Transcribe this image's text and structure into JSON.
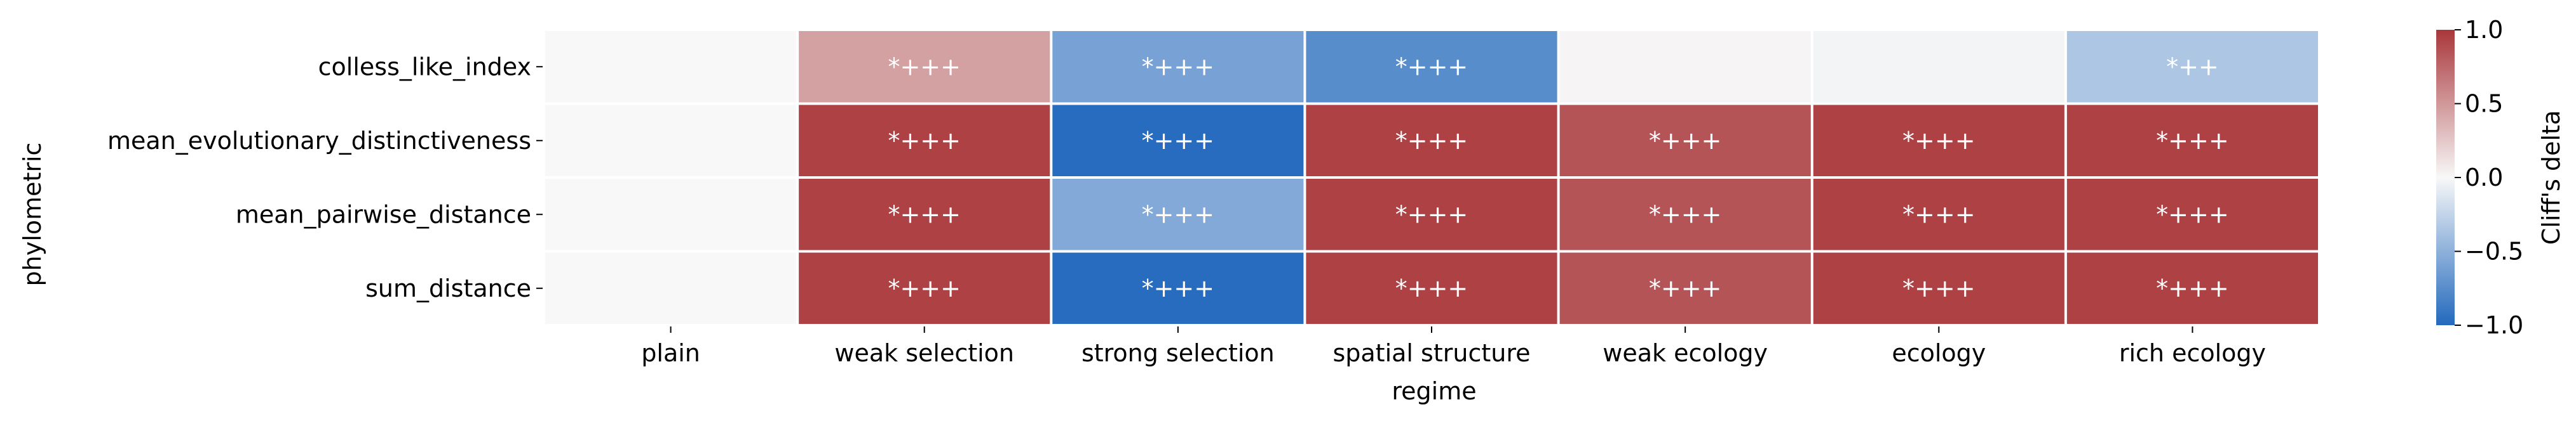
{
  "chart_data": {
    "type": "heatmap",
    "xlabel": "regime",
    "ylabel": "phylometric",
    "x_categories": [
      "plain",
      "weak selection",
      "strong selection",
      "spatial structure",
      "weak ecology",
      "ecology",
      "rich ecology"
    ],
    "y_categories": [
      "colless_like_index",
      "mean_evolutionary_distinctiveness",
      "mean_pairwise_distance",
      "sum_distance"
    ],
    "values": [
      [
        0.0,
        0.45,
        -0.6,
        -0.75,
        0.02,
        -0.03,
        -0.35
      ],
      [
        0.0,
        0.95,
        -0.98,
        0.95,
        0.85,
        0.95,
        0.95
      ],
      [
        0.0,
        0.95,
        -0.55,
        0.95,
        0.85,
        0.95,
        0.95
      ],
      [
        0.0,
        0.95,
        -0.98,
        0.95,
        0.85,
        0.95,
        0.95
      ]
    ],
    "annotations": [
      [
        "",
        "*+++",
        "*+++",
        "*+++",
        "",
        "",
        "*++"
      ],
      [
        "",
        "*+++",
        "*+++",
        "*+++",
        "*+++",
        "*+++",
        "*+++"
      ],
      [
        "",
        "*+++",
        "*+++",
        "*+++",
        "*+++",
        "*+++",
        "*+++"
      ],
      [
        "",
        "*+++",
        "*+++",
        "*+++",
        "*+++",
        "*+++",
        "*+++"
      ]
    ],
    "colorbar": {
      "label": "Cliff's delta",
      "vmin": -1.0,
      "vmax": 1.0,
      "ticks": [
        "−1.0",
        "−0.5",
        "0.0",
        "0.5",
        "1.0"
      ],
      "tick_values": [
        -1.0,
        -0.5,
        0.0,
        0.5,
        1.0
      ]
    },
    "colormap": {
      "name": "vlag",
      "negative_color": "#2369bd",
      "center_color": "#f8f8f8",
      "positive_color": "#a9373b"
    },
    "grid": false,
    "legend": "colorbar-right"
  }
}
